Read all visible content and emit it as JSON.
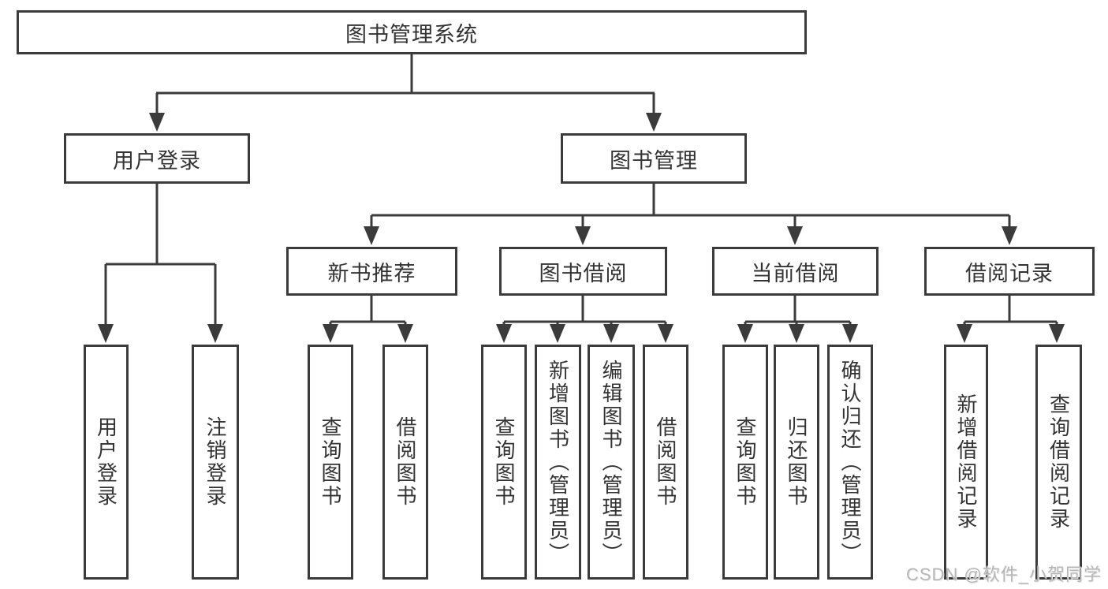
{
  "diagram": {
    "root": "图书管理系统",
    "level2": {
      "user_login": "用户登录",
      "book_mgmt": "图书管理"
    },
    "level3": {
      "new_book": "新书推荐",
      "book_borrow": "图书借阅",
      "current_borrow": "当前借阅",
      "borrow_record": "借阅记录"
    },
    "leaves": {
      "user_login_1": "用户登录",
      "user_login_2": "注销登录",
      "new_book_1": "查询图书",
      "new_book_2": "借阅图书",
      "book_borrow_1": "查询图书",
      "book_borrow_2": "新增图书（管理员）",
      "book_borrow_3": "编辑图书（管理员）",
      "book_borrow_4": "借阅图书",
      "current_borrow_1": "查询图书",
      "current_borrow_2": "归还图书",
      "current_borrow_3": "确认归还（管理员）",
      "borrow_record_1": "新增借阅记录",
      "borrow_record_2": "查询借阅记录"
    },
    "watermark": "CSDN @软件_小贺同学",
    "colors": {
      "line": "#3b3b3b",
      "text": "#333333",
      "watermark": "#b7b7b7",
      "background": "#ffffff"
    }
  }
}
